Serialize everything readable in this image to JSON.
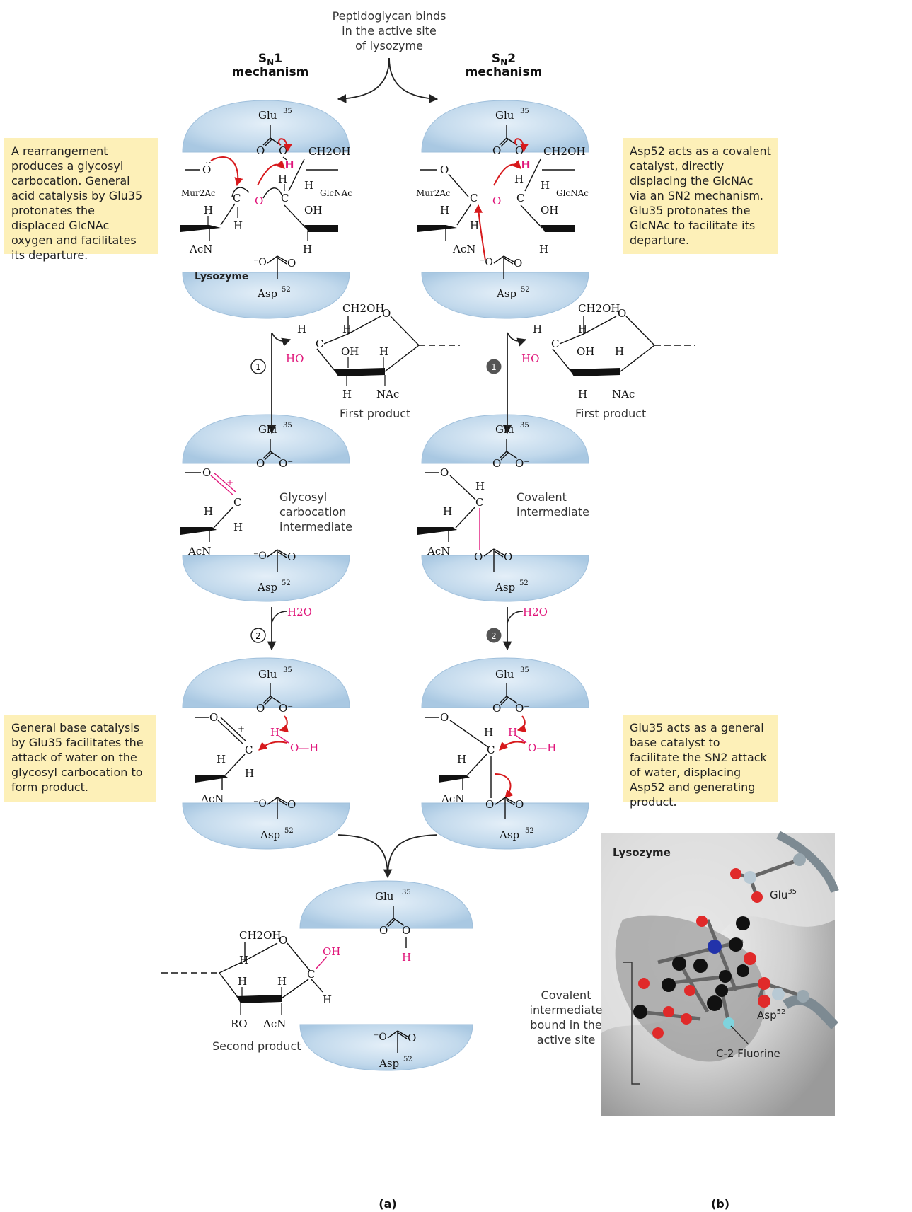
{
  "header": {
    "intro": [
      "Peptidoglycan binds",
      "in the active site",
      "of lysozyme"
    ],
    "sn1_title": "S",
    "sn1_sub": "N",
    "sn1_num": "1",
    "sn2_title": "S",
    "sn2_sub": "N",
    "sn2_num": "2",
    "mechanism": "mechanism"
  },
  "notes": {
    "sn1_top": "A rearrangement produces a glycosyl carbocation. General acid catalysis by Glu35 protonates the displaced GlcNAc oxygen and facilitates its departure.",
    "sn2_top": "Asp52 acts as a covalent catalyst, directly displacing the GlcNAc via an SN2 mechanism. Glu35 protonates the GlcNAc to facilitate its departure.",
    "sn1_bottom": "General base catalysis by Glu35 facilitates the attack of water on the glycosyl carbocation to form product.",
    "sn2_bottom": "Glu35 acts as a general base catalyst to facilitate the SN2 attack of water, displacing Asp52 and generating product."
  },
  "labels": {
    "glu": "Glu",
    "glu_sup": "35",
    "asp": "Asp",
    "asp_sup": "52",
    "lysozyme": "Lysozyme",
    "mur2ac": "Mur2Ac",
    "glcnac": "GlcNAc",
    "acn": "AcN",
    "nac": "NAc",
    "ro": "RO",
    "ch2oh": "CH2OH",
    "oh": "OH",
    "ho": "HO",
    "h": "H",
    "o": "O",
    "c": "C",
    "h2o": "H2O",
    "first_product": "First product",
    "second_product": "Second product",
    "glycosyl_intermediate": [
      "Glycosyl",
      "carbocation",
      "intermediate"
    ],
    "covalent_intermediate": [
      "Covalent",
      "intermediate"
    ],
    "step1": "1",
    "step2": "2",
    "panel_a": "(a)",
    "panel_b": "(b)"
  },
  "panel_b": {
    "title": "Lysozyme",
    "glu": "Glu",
    "glu_sup": "35",
    "asp": "Asp",
    "asp_sup": "52",
    "bracket_label": [
      "Covalent",
      "intermediate",
      "bound in the",
      "active site"
    ],
    "fluorine": "C-2 Fluorine"
  },
  "colors": {
    "enzyme_fill": "#b9d4ea",
    "note_fill": "#fdf0b8",
    "magenta": "#e0157a",
    "red_arrow": "#d7191c",
    "step_dark": "#555555"
  }
}
